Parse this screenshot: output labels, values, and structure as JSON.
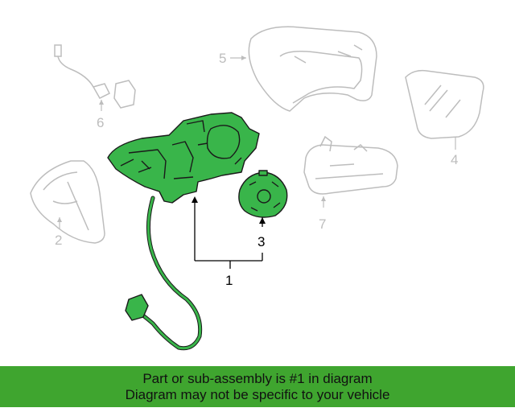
{
  "colors": {
    "highlight": "#39b54a",
    "faded": "#bdbdbd",
    "banner": "#3fa52f",
    "line": "#000000"
  },
  "callouts": {
    "c1": "1",
    "c2": "2",
    "c3": "3",
    "c4": "4",
    "c5": "5",
    "c6": "6",
    "c7": "7"
  },
  "banner": {
    "line1": "Part or sub-assembly is #1 in diagram",
    "line2": "Diagram may not be specific to your vehicle"
  }
}
